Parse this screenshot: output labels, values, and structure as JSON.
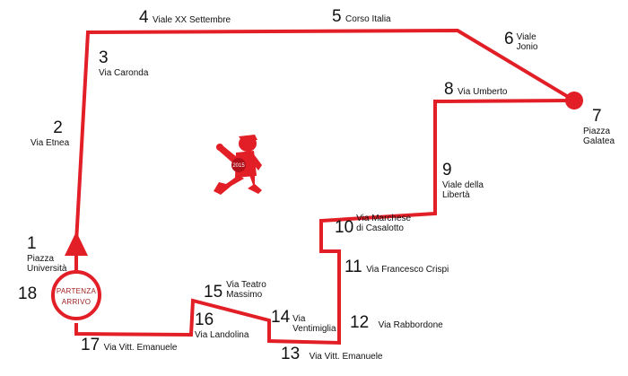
{
  "route_color": "#e21e26",
  "start_circle_text_color": "#9c1c1c",
  "start": {
    "line1": "PARTENZA",
    "line2": "ARRIVO"
  },
  "mascot": {
    "icon": "running-man-icon",
    "bib": "2015"
  },
  "stops": [
    {
      "num": "1",
      "name_lines": [
        "Piazza",
        "Università"
      ]
    },
    {
      "num": "2",
      "name_lines": [
        "Via Etnea"
      ]
    },
    {
      "num": "3",
      "name_lines": [
        "Via Caronda"
      ]
    },
    {
      "num": "4",
      "name_lines": [
        "Viale XX Settembre"
      ]
    },
    {
      "num": "5",
      "name_lines": [
        "Corso Italia"
      ]
    },
    {
      "num": "6",
      "name_lines": [
        "Viale",
        "Jonio"
      ]
    },
    {
      "num": "7",
      "name_lines": [
        "Piazza",
        "Galatea"
      ]
    },
    {
      "num": "8",
      "name_lines": [
        "Via Umberto"
      ]
    },
    {
      "num": "9",
      "name_lines": [
        "Viale della",
        "Libertà"
      ]
    },
    {
      "num": "10",
      "name_lines": [
        "Via Marchese",
        "di Casalotto"
      ]
    },
    {
      "num": "11",
      "name_lines": [
        "Via Francesco Crispi"
      ]
    },
    {
      "num": "12",
      "name_lines": [
        "Via Rabbordone"
      ]
    },
    {
      "num": "13",
      "name_lines": [
        "Via Vitt. Emanuele"
      ]
    },
    {
      "num": "14",
      "name_lines": [
        "Via",
        "Ventimiglia"
      ]
    },
    {
      "num": "15",
      "name_lines": [
        "Via Teatro",
        "Massimo"
      ]
    },
    {
      "num": "16",
      "name_lines": [
        "Via Landolina"
      ]
    },
    {
      "num": "17",
      "name_lines": [
        "Via Vitt. Emanuele"
      ]
    },
    {
      "num": "18",
      "name_lines": []
    }
  ]
}
